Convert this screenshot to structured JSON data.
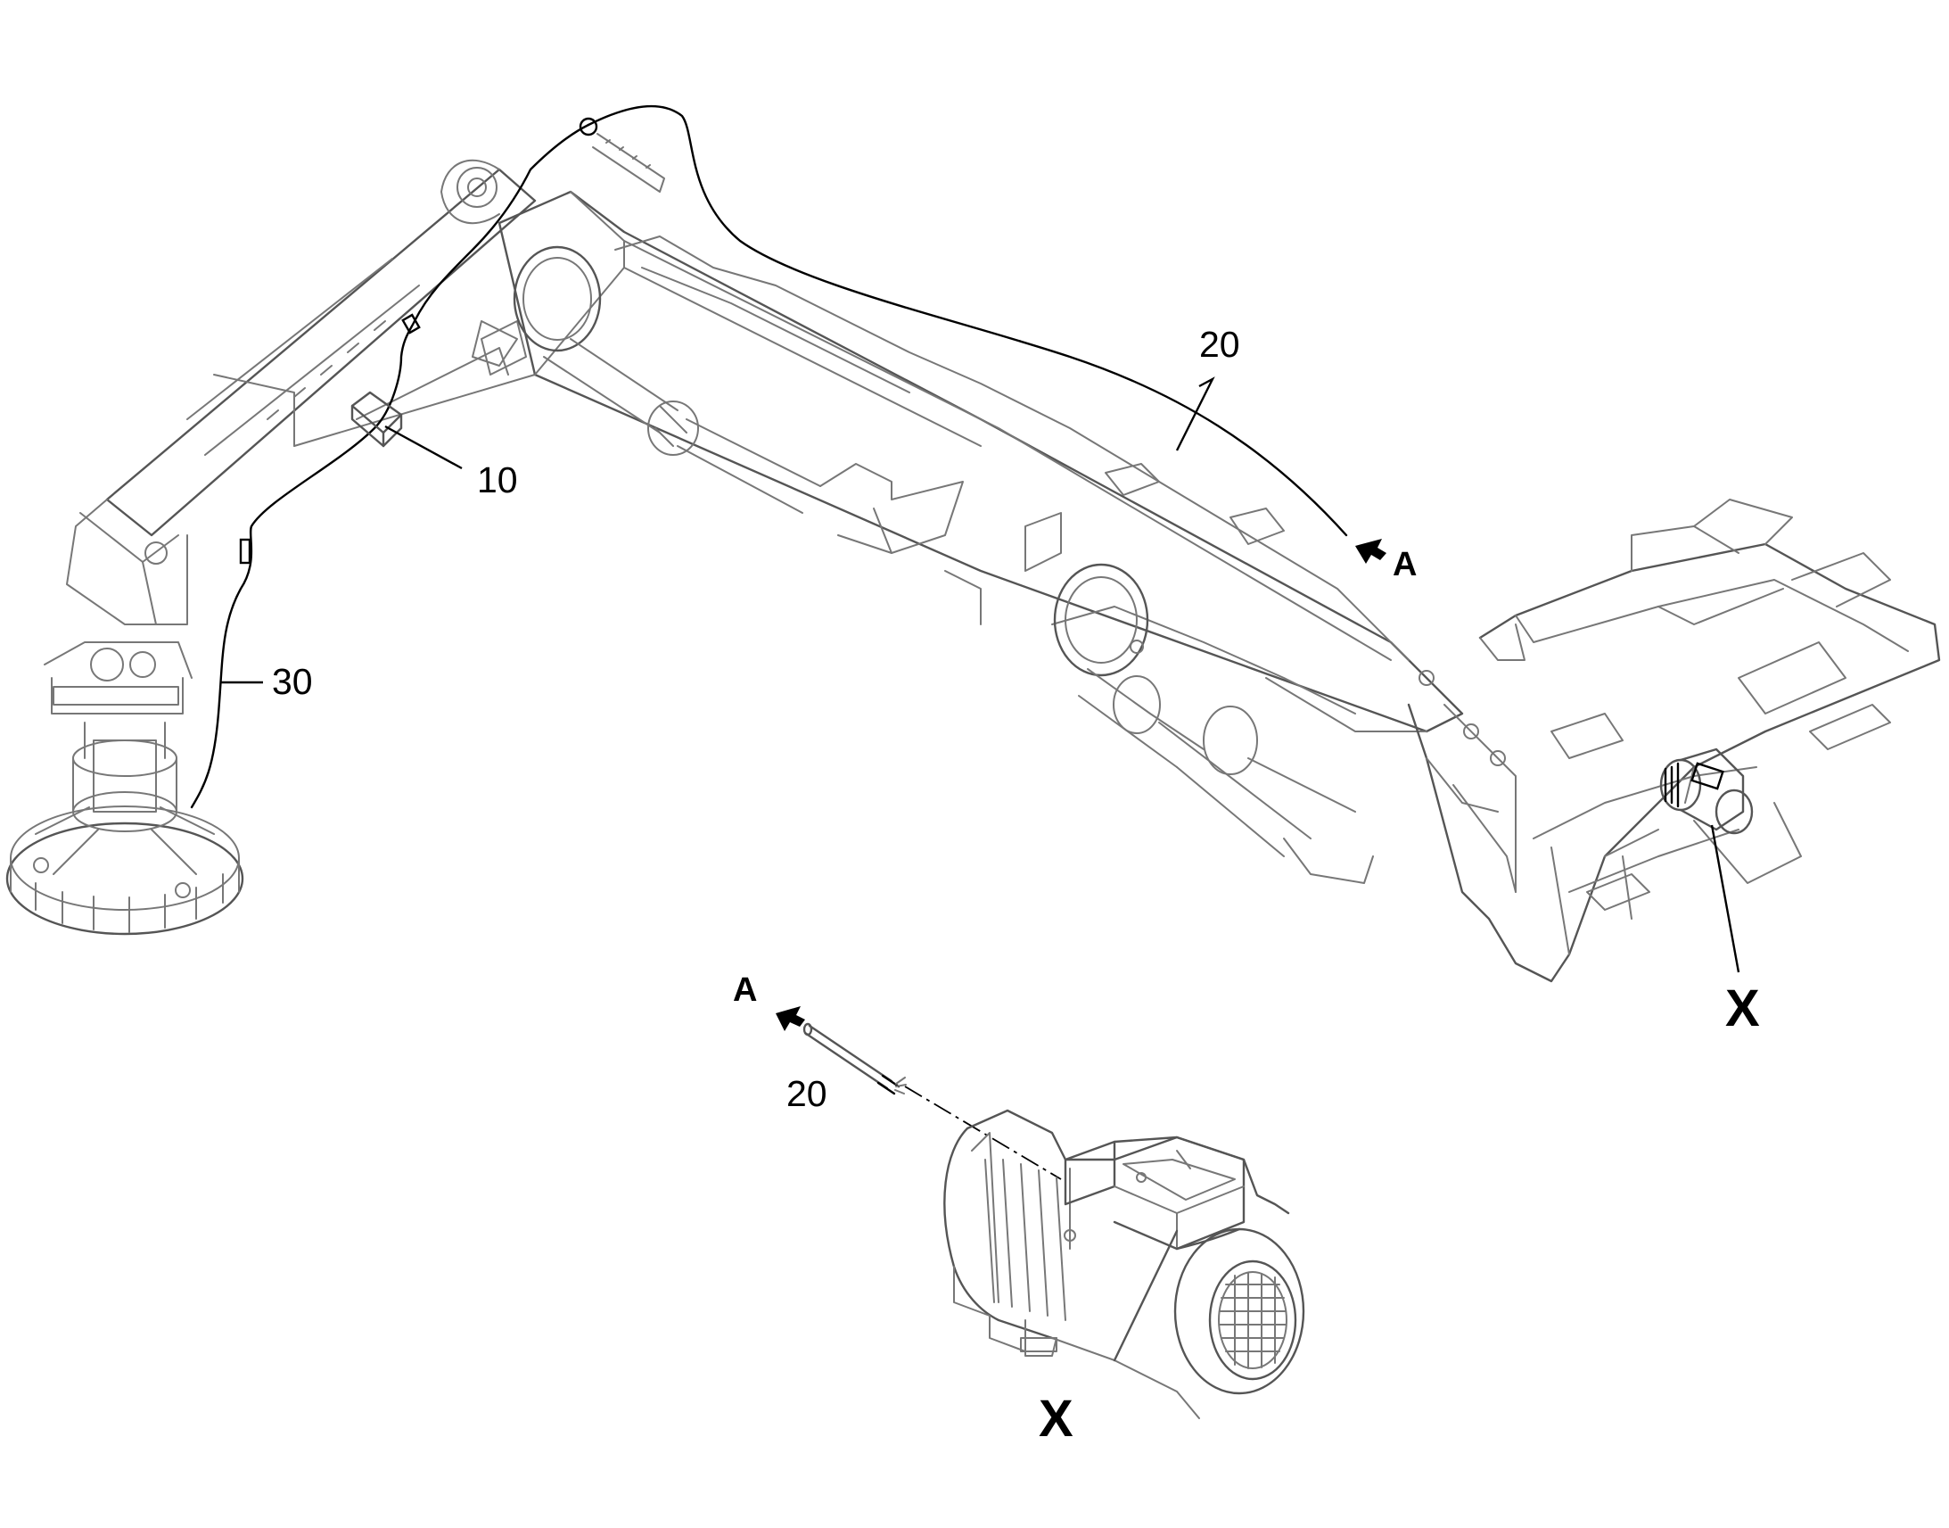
{
  "callouts": {
    "item_10": "10",
    "item_20_top": "20",
    "item_30": "30",
    "item_20_detail": "20",
    "arrow_a_top": "A",
    "arrow_a_detail": "A",
    "detail_x_marker": "X",
    "detail_x_title": "X"
  },
  "colors": {
    "linework": "#777777",
    "cable": "#000000",
    "labels": "#000000",
    "background": "#ffffff"
  }
}
